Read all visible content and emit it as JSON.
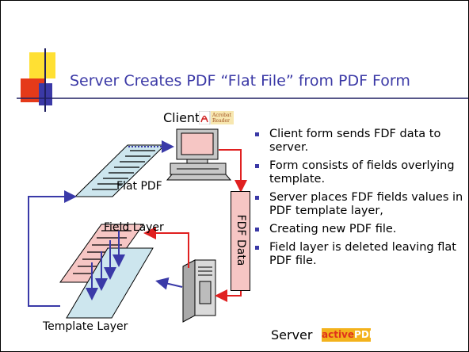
{
  "slide": {
    "title": "Server Creates PDF “Flat File” from PDF Form"
  },
  "diagram": {
    "client_label": "Client",
    "server_label": "Server",
    "flat_pdf_label": "Flat PDF",
    "field_layer_label": "Field Layer",
    "template_layer_label": "Template Layer",
    "fdf_data_label": "FDF Data",
    "acrobat_logo_text": "Acrobat Reader",
    "activepdf_logo": {
      "part1": "active",
      "part2": "PDF"
    }
  },
  "bullets": [
    "Client form sends FDF data to server.",
    "Form consists of fields overlying template.",
    "Server places FDF fields values in PDF template layer,",
    "Creating new PDF file.",
    "Field layer is deleted leaving flat PDF file."
  ],
  "colors": {
    "title_text": "#3b39a6",
    "accent_yellow": "#ffe033",
    "accent_red": "#e53a1a",
    "accent_blue": "#3b39a6",
    "flow_red": "#e02020",
    "flow_blue": "#3a3aa8",
    "flat_pdf_fill": "#cde6ee",
    "field_layer_fill": "#f6c6c4",
    "template_fill": "#cde6ee"
  }
}
